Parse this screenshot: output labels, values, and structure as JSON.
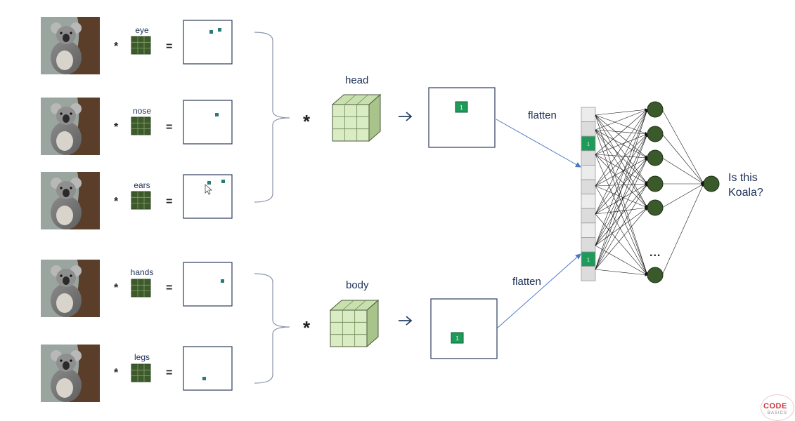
{
  "rows": [
    {
      "feature_label": "eye",
      "operator": "*",
      "equals": "="
    },
    {
      "feature_label": "nose",
      "operator": "*",
      "equals": "="
    },
    {
      "feature_label": "ears",
      "operator": "*",
      "equals": "="
    },
    {
      "feature_label": "hands",
      "operator": "*",
      "equals": "="
    },
    {
      "feature_label": "legs",
      "operator": "*",
      "equals": "="
    }
  ],
  "groups": [
    {
      "name": "head",
      "operator": "*",
      "arrow": "→",
      "cell_value": "1",
      "flatten_label": "flatten"
    },
    {
      "name": "body",
      "operator": "*",
      "arrow": "→",
      "cell_value": "1",
      "flatten_label": "flatten"
    }
  ],
  "vector": {
    "cells": [
      "",
      "",
      "1",
      "",
      "",
      "",
      "",
      "",
      "",
      "",
      "1",
      ""
    ],
    "highlight_color": "#1f9a5a"
  },
  "network": {
    "ellipsis": "...",
    "question": [
      "Is this",
      "Koala?"
    ]
  },
  "colors": {
    "feature_dot": "#2a7a7a",
    "filter_green": "#3c5a2a",
    "neuron": "#3b5a2b",
    "cube_face": "#d9ecc4"
  },
  "logo": {
    "main": "CODE",
    "sub": "BASICS"
  }
}
